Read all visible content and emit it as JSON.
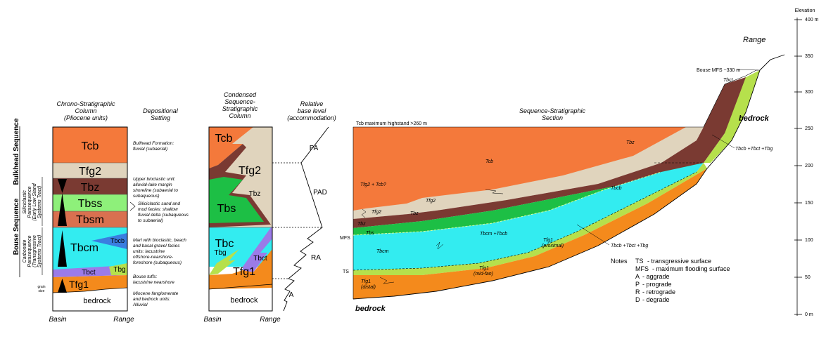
{
  "headers": {
    "chrono_column": [
      "Chrono-Stratigraphic",
      "Column",
      "(Pliocene units)"
    ],
    "depositional_setting": [
      "Depositional",
      "Setting"
    ],
    "condensed_column": [
      "Condensed",
      "Sequence-",
      "Stratigraphic",
      "Column"
    ],
    "relative_base_level": [
      "Relative",
      "base level",
      "(accommodation)"
    ],
    "section_title": [
      "Sequence-Stratigraphic",
      "Section"
    ],
    "elevation": "Elevation"
  },
  "sequence_labels": {
    "bulkhead": "Bulkhead Sequence",
    "bouse": "Bouse Sequence",
    "siliciclastic": [
      "Siliciclastic",
      "Parasequence",
      "(Early Low Stand",
      "Systems Tract)"
    ],
    "carbonate": [
      "Carbonate",
      "Parasequence",
      "(Transgressive",
      "Systems Tract)"
    ],
    "grain_size": [
      "grain",
      "size"
    ]
  },
  "chrono_units": [
    "Tcb",
    "Tfg2",
    "Tbz",
    "Tbss",
    "Tbsm",
    "Tbcm",
    "Tbcb",
    "Tbct",
    "Tbg",
    "Tfg1",
    "bedrock"
  ],
  "depositional_text": [
    [
      "Bullhead Formation:",
      "fluvial (subaerial)"
    ],
    [
      "Upper bioclastic unit:",
      "alluvial-lake margin",
      "shoreline (subaerial to",
      "subaqueous)"
    ],
    [
      "Siliciclastic sand and",
      "mud facies: shallow",
      "fluvial delta (subaqueous",
      "to subaerial)"
    ],
    [
      "Marl with bioclastic, beach",
      "and basal gravel facies",
      "units: lacustrine",
      "offshore-nearshore-",
      "foreshore (subaqueous)"
    ],
    [
      "Bouse tuffs:",
      "lacustrine nearshore"
    ],
    [
      "Miocene fanglomerate",
      "and bedrock units:",
      "Alluvial"
    ]
  ],
  "condensed_units": [
    "Tcb",
    "Tfg2",
    "Tbz",
    "Tbs",
    "Tbc",
    "Tbg",
    "Tbct",
    "Tfg1",
    "bedrock"
  ],
  "base_level_labels": [
    "PA",
    "PAD",
    "RA",
    "A"
  ],
  "axis_labels": {
    "basin": "Basin",
    "range": "Range"
  },
  "section": {
    "highstand_note": "Tcb maximum highstand >260 m",
    "bouse_mfs": "Bouse MFS ~330 m",
    "range": "Range",
    "bedrock_upper": "bedrock",
    "bedrock_lower": "bedrock",
    "left_markers": [
      "MFS",
      "TS"
    ],
    "unit_labels": [
      "Tcb",
      "Tbz",
      "Tfg2 + Tcb?",
      "Tfg2",
      "Tfg2",
      "Tbz",
      "Tbz",
      "Tbs",
      "Tbcm",
      "Tbcm +Tbcb",
      "Tbcb",
      "Tfg1",
      "(proximal)",
      "Tfg1",
      "(mid-fan)",
      "Tfg1",
      "(distal)",
      "Tbct"
    ],
    "leader_labels": [
      "Tbcb +Tbct +Tbg",
      "Tbcb +Tbct +Tbg"
    ]
  },
  "elevation_ticks": [
    "400 m",
    "350",
    "300",
    "250",
    "200",
    "150",
    "100",
    "50",
    "0 m"
  ],
  "notes": {
    "title": "Notes",
    "items": [
      [
        "TS",
        "- transgressive surface"
      ],
      [
        "MFS",
        "- maximum flooding surface"
      ],
      [
        "A",
        "- aggrade"
      ],
      [
        "P",
        "- prograde"
      ],
      [
        "R",
        "- retrograde"
      ],
      [
        "D",
        "- degrade"
      ]
    ]
  },
  "colors": {
    "Tcb": "#f4793b",
    "Tfg2": "#e0d4bd",
    "Tbz": "#7a3a32",
    "Tbss": "#8ef07a",
    "Tbsm": "#d97050",
    "Tbs": "#1dbf45",
    "Tbcm": "#33ecf0",
    "Tbcb": "#3a7ee0",
    "Tbct": "#9b7be8",
    "Tbg": "#b6e04c",
    "Tfg1": "#f48a1c",
    "bedrock": "#ffffff"
  }
}
